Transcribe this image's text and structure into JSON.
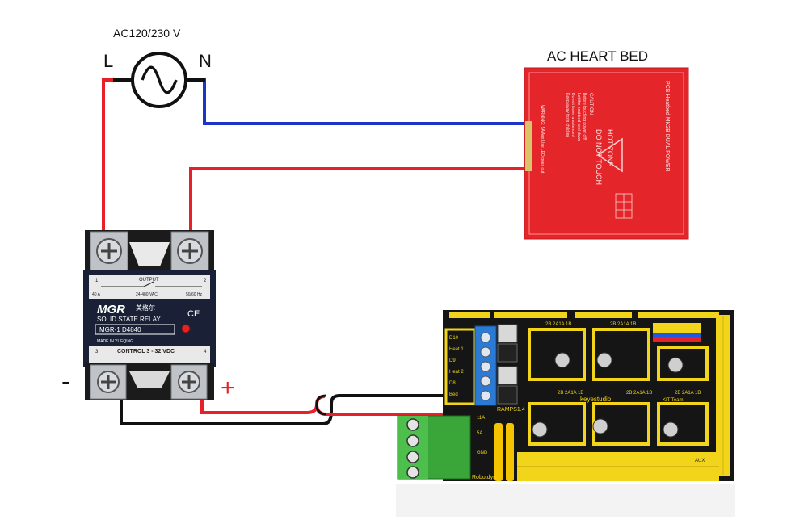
{
  "source": {
    "voltage_label": "AC120/230 V",
    "line_label": "L",
    "neutral_label": "N"
  },
  "heatbed": {
    "title": "AC HEART BED",
    "caution_lines": [
      "CAUTION",
      "Before touching power off!",
      "Let the heat bed cool down",
      "Do not leave unattended",
      "Keep away from children"
    ],
    "hot_zone_lines": [
      "HOT ZONE",
      "DO NOT TOUCH"
    ],
    "vertical_left": "PCB Heatbed MK2B DUAL POWER",
    "vertical_warning": "WARNING: 5A Aux Use LED goes out"
  },
  "relay": {
    "brand": "MGR",
    "brand_cn": "美格尔",
    "type": "SOLID STATE RELAY",
    "model": "MGR-1  D4840",
    "made_in": "MADE IN YUEQING",
    "output_label": "OUTPUT",
    "output_range": "24-480 VAC",
    "amp_rating": "40 A",
    "freq_rating": "50/60 Hz",
    "control_label": "CONTROL 3 - 32 VDC",
    "ce_mark": "CE",
    "terminal_1": "1",
    "terminal_2": "2",
    "terminal_3": "3",
    "terminal_4": "4",
    "minus_label": "-",
    "plus_label": "+"
  },
  "board": {
    "brand": "keyestudio",
    "brand_short": "Robotdyn",
    "ramps_label": "RAMPS1.4",
    "heater_labels": [
      "D10",
      "Heat 1",
      "D9",
      "Heat 2",
      "D8",
      "Bed"
    ],
    "power_labels": [
      "11A",
      "5A",
      "GND"
    ],
    "driver_labels": [
      "2B 2A1A 1B",
      "2B 2A1A 1B",
      "2B 2A1A 1B",
      "2B 2A1A 1B",
      "2B 2A1A 1B"
    ],
    "aux_label": "AUX",
    "kit_label": "KIT Team"
  },
  "colors": {
    "line_wire": "#e8202a",
    "neutral_wire": "#1c34c8",
    "ground_wire": "#111111",
    "heatbed_red": "#e4262b",
    "relay_body": "#1a2136",
    "board_black": "#151515",
    "board_yellow": "#f2d51a",
    "terminal_green": "#3aa63a",
    "terminal_blue": "#2a7ad6"
  }
}
